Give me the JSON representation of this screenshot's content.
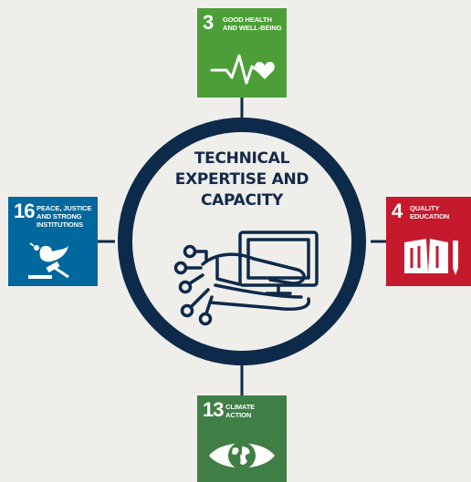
{
  "center": {
    "title": "TECHNICAL\nEXPERTISE AND\nCAPACITY",
    "icon": "hand-computer-circuit-icon",
    "ring_color": "#0e2a4a"
  },
  "goals": {
    "top": {
      "number": "3",
      "label": "GOOD HEALTH\nAND WELL-BEING",
      "color": "#4c9f38",
      "icon": "heartbeat-icon"
    },
    "right": {
      "number": "4",
      "label": "QUALITY\nEDUCATION",
      "color": "#c5192d",
      "icon": "book-pencil-icon"
    },
    "bottom": {
      "number": "13",
      "label": "CLIMATE\nACTION",
      "color": "#3f7e44",
      "icon": "earth-eye-icon"
    },
    "left": {
      "number": "16",
      "label": "PEACE, JUSTICE\nAND STRONG\nINSTITUTIONS",
      "color": "#00689d",
      "icon": "dove-gavel-icon"
    }
  }
}
